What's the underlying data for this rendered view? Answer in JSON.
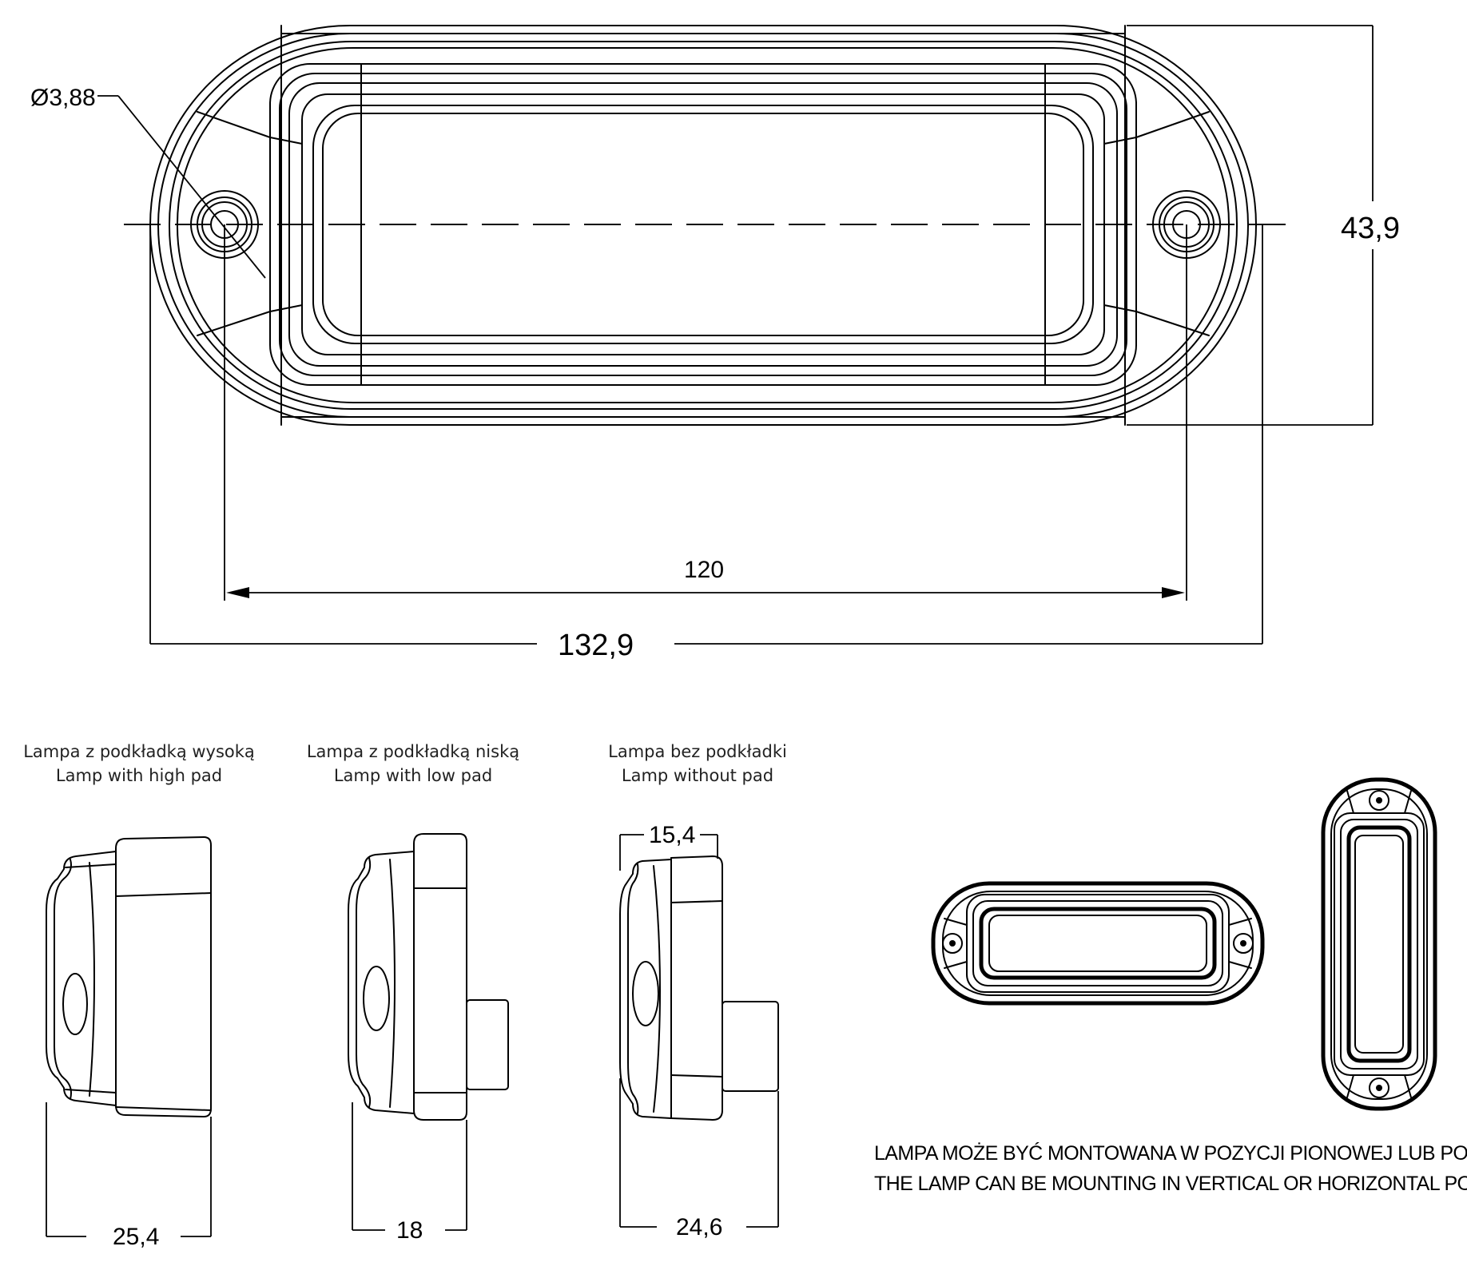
{
  "dimensions": {
    "hole_diameter": "Ø3,88",
    "height": "43,9",
    "hole_spacing": "120",
    "overall_length": "132,9",
    "depth_high_pad": "25,4",
    "depth_low_pad": "18",
    "depth_no_pad": "24,6",
    "lens_depth": "15,4"
  },
  "views": {
    "high_pad": {
      "label_pl": "Lampa z podkładką wysoką",
      "label_en": "Lamp with high pad"
    },
    "low_pad": {
      "label_pl": "Lampa z podkładką niską",
      "label_en": "Lamp with low pad"
    },
    "no_pad": {
      "label_pl": "Lampa bez podkładki",
      "label_en": "Lamp without pad"
    }
  },
  "mounting_note": {
    "pl": "LAMPA MOŻE BYĆ MONTOWANA W POZYCJI PIONOWEJ LUB  POZIOMEJ",
    "en": "THE LAMP CAN BE MOUNTING IN VERTICAL OR HORIZONTAL POSITION"
  }
}
